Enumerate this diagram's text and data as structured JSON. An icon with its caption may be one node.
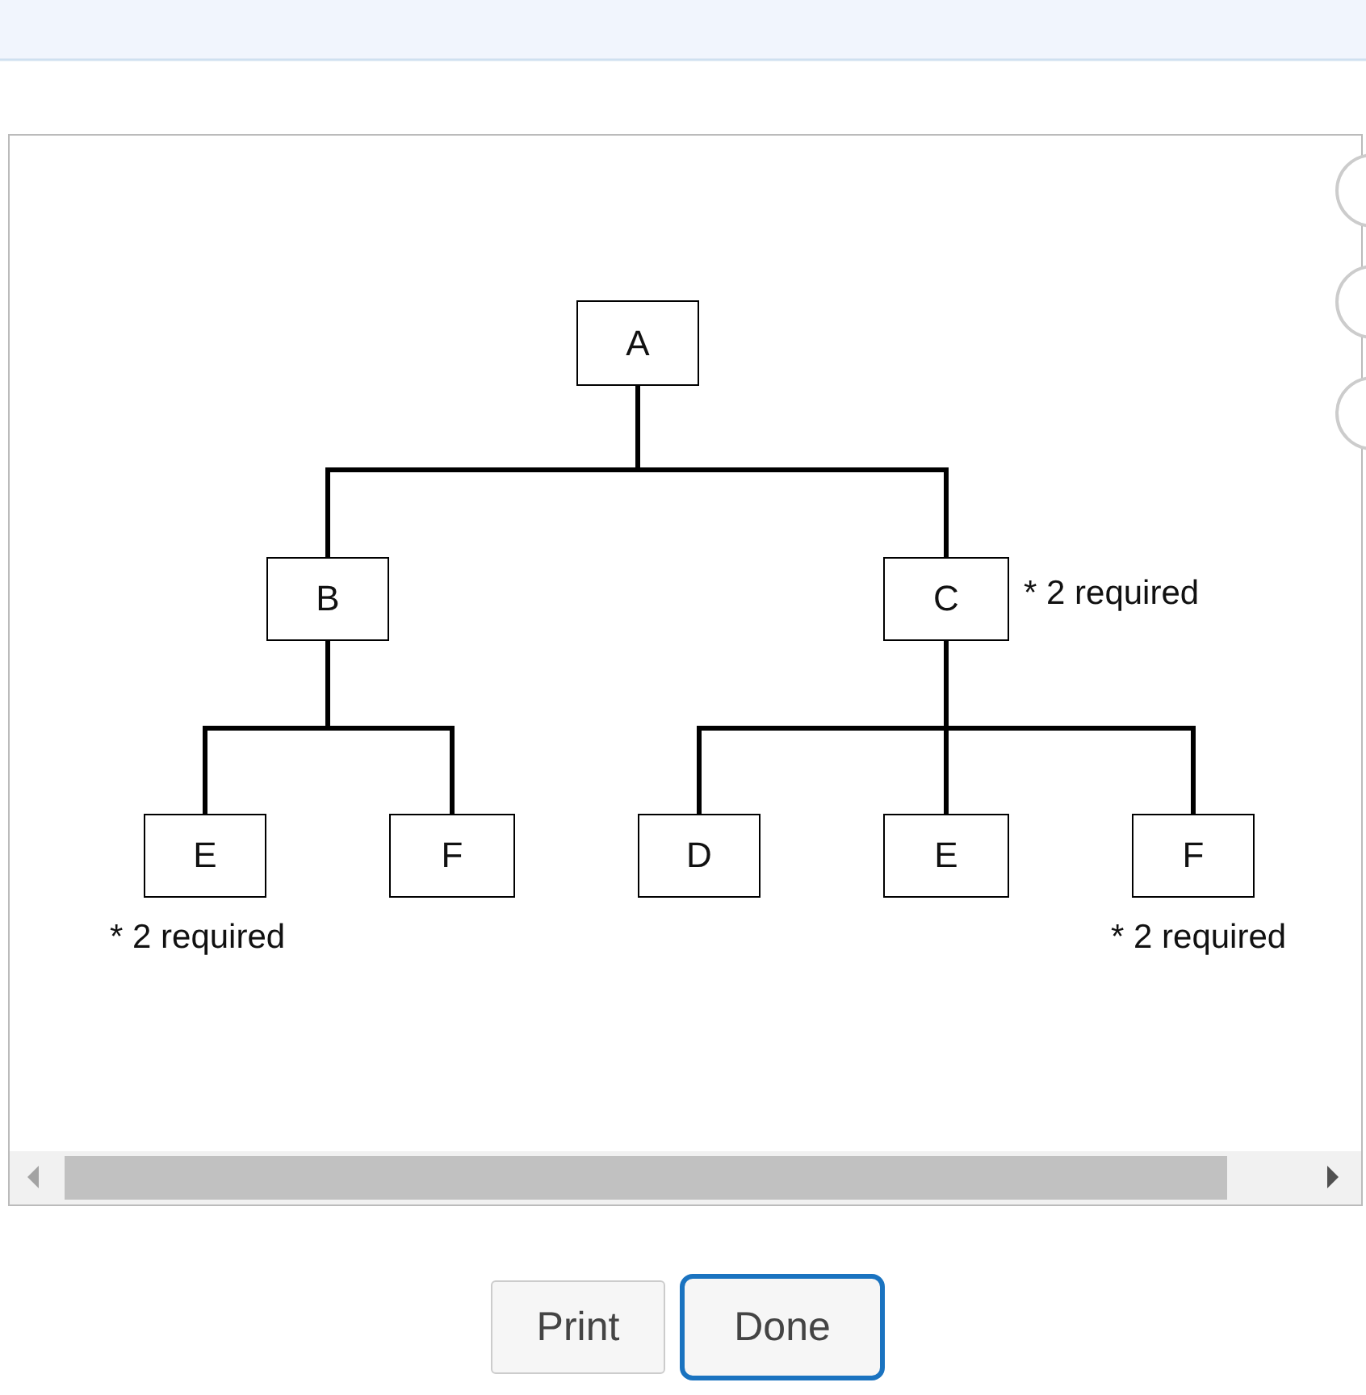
{
  "diagram": {
    "nodes": [
      {
        "text": [
          "A"
        ]
      },
      {
        "text": [
          "B"
        ]
      },
      {
        "text": [
          "C"
        ],
        "beside": [
          "* 2 required"
        ]
      },
      {
        "text": [
          "E"
        ],
        "beside": [
          "* 2 required"
        ]
      },
      {
        "text": [
          "F"
        ]
      },
      {
        "text": [
          "D"
        ]
      },
      {
        "text": [
          "E"
        ]
      },
      {
        "text": [
          "F"
        ],
        "beside": [
          "* 2 required"
        ]
      }
    ],
    "edges": [
      {
        "from": 0,
        "to": 1,
        "arrow": "none"
      },
      {
        "from": 0,
        "to": 2,
        "arrow": "none"
      },
      {
        "from": 1,
        "to": 3,
        "arrow": "none"
      },
      {
        "from": 1,
        "to": 4,
        "arrow": "none"
      },
      {
        "from": 2,
        "to": 5,
        "arrow": "none"
      },
      {
        "from": 2,
        "to": 6,
        "arrow": "none"
      },
      {
        "from": 2,
        "to": 7,
        "arrow": "none"
      }
    ],
    "labels": [
      "Print",
      "Done"
    ]
  }
}
